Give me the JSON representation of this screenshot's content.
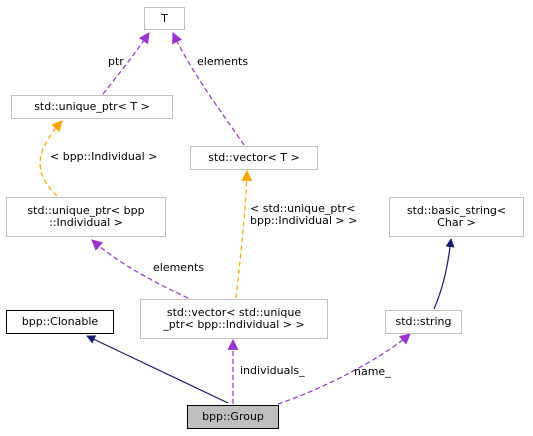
{
  "nodes": {
    "t": "T",
    "unique_ptr_t": "std::unique_ptr< T >",
    "vector_t": "std::vector< T >",
    "unique_ptr_individual": "std::unique_ptr< bpp\n::Individual >",
    "basic_string": "std::basic_string<\nChar >",
    "clonable": "bpp::Clonable",
    "vector_unique_ptr": "std::vector< std::unique\n_ptr< bpp::Individual > >",
    "string": "std::string",
    "group": "bpp::Group"
  },
  "edge_labels": {
    "ptr": "ptr",
    "elements_top": "elements",
    "template_individual": "< bpp::Individual >",
    "template_unique_ptr_individual": "< std::unique_ptr<\nbpp::Individual > >",
    "elements_mid": "elements",
    "individuals": "individuals_",
    "name": "name_"
  },
  "colors": {
    "inheritance": "#191970",
    "usage": "#9a32cd",
    "template": "#ffa500",
    "node_border": "#bfbfbf",
    "current_node_fill": "#bfbfbf"
  }
}
